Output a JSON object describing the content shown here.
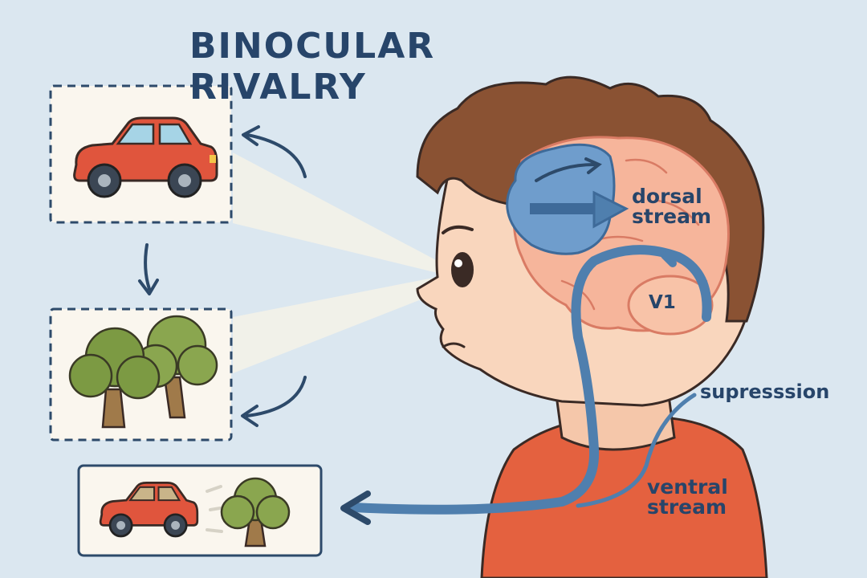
{
  "title": "BINOCULAR RIVALRY",
  "labels": {
    "dorsal_line1": "dorsal",
    "dorsal_line2": "stream",
    "v1": "V1",
    "suppression": "supresssion",
    "ventral_line1": "ventral",
    "ventral_line2": "stream"
  },
  "colors": {
    "background": "#dbe7f0",
    "title": "#27456a",
    "stream_blue": "#4f7fae",
    "dorsal_fill": "#6f9dcc",
    "brain": "#f6b59b",
    "skin": "#f9d6bd",
    "hair": "#8a5233",
    "shirt": "#e4613f",
    "car": "#e0553d",
    "tree": "#7c9a43",
    "panel": "#faf6ee"
  },
  "icons": [
    "car-icon",
    "trees-icon",
    "car-and-tree-icon",
    "cycle-arrow-icon",
    "eye-icon",
    "brain-icon"
  ]
}
